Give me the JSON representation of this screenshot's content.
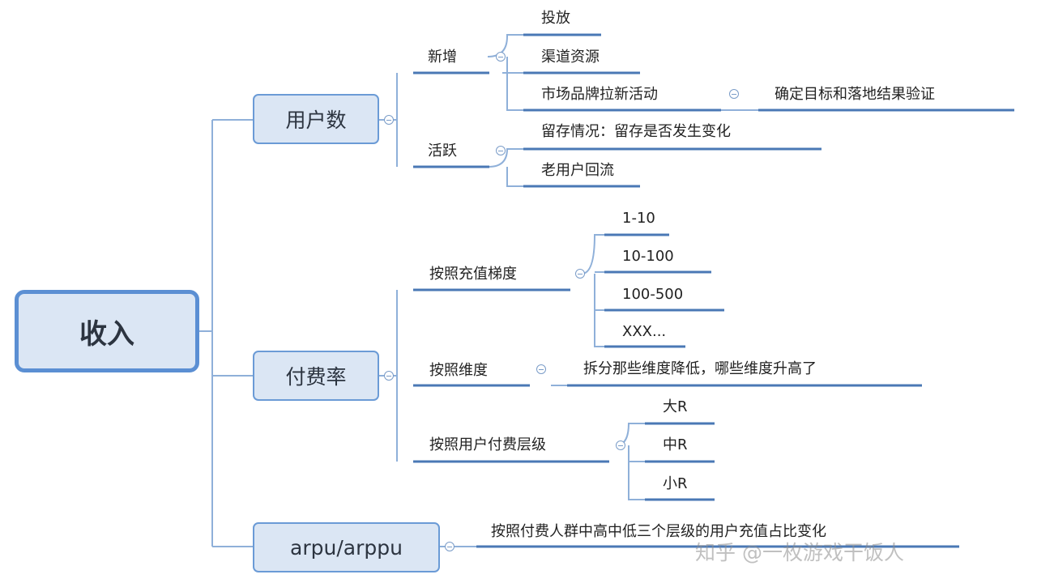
{
  "root": {
    "label": "收入"
  },
  "branches": {
    "users": {
      "label": "用户数",
      "new": {
        "label": "新增",
        "items": [
          "投放",
          "渠道资源",
          "市场品牌拉新活动"
        ],
        "sub": "确定目标和落地结果验证"
      },
      "active": {
        "label": "活跃",
        "items": [
          "留存情况：留存是否发生变化",
          "老用户回流"
        ]
      }
    },
    "payrate": {
      "label": "付费率",
      "tier": {
        "label": "按照充值梯度",
        "items": [
          "1-10",
          "10-100",
          "100-500",
          "XXX..."
        ]
      },
      "dimension": {
        "label": "按照维度",
        "item": "拆分那些维度降低，哪些维度升高了"
      },
      "level": {
        "label": "按照用户付费层级",
        "items": [
          "大R",
          "中R",
          "小R"
        ]
      }
    },
    "arpu": {
      "label": "arpu/arppu",
      "item": "按照付费人群中高中低三个层级的用户充值占比变化"
    }
  },
  "watermark": "知乎 @一枚游戏干饭人"
}
